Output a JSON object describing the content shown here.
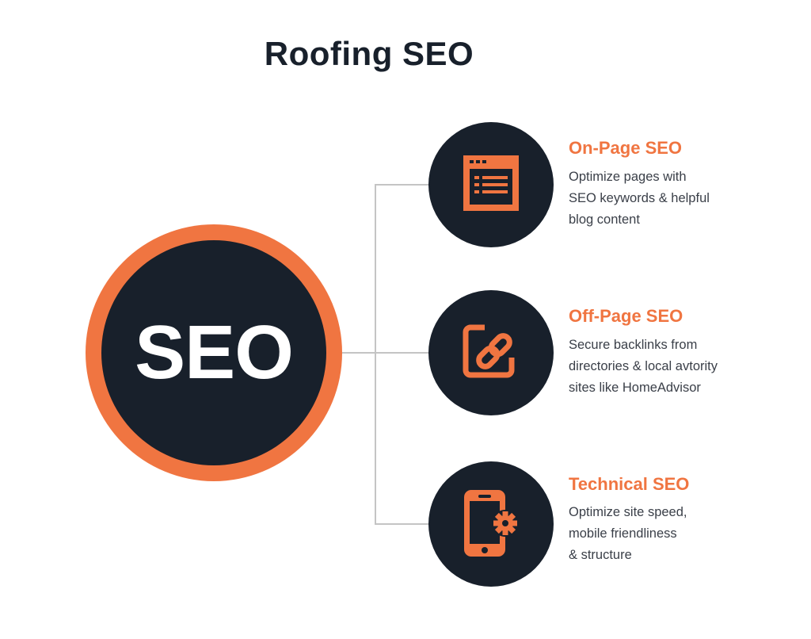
{
  "title": "Roofing SEO",
  "center": {
    "label": "SEO"
  },
  "colors": {
    "dark": "#18202b",
    "accent": "#f07541",
    "connector": "#c4c4c4",
    "text": "#3a3f48"
  },
  "items": [
    {
      "title": "On-Page SEO",
      "icon": "browser-list-icon",
      "lines": [
        "Optimize pages with",
        "SEO keywords & helpful",
        "blog content"
      ]
    },
    {
      "title": "Off-Page SEO",
      "icon": "link-chain-icon",
      "lines": [
        "Secure backlinks from",
        "directories & local avtority",
        "sites like HomeAdvisor"
      ]
    },
    {
      "title": "Technical SEO",
      "icon": "mobile-gear-icon",
      "lines": [
        "Optimize site speed,",
        "mobile friendliness",
        "& structure"
      ]
    }
  ]
}
